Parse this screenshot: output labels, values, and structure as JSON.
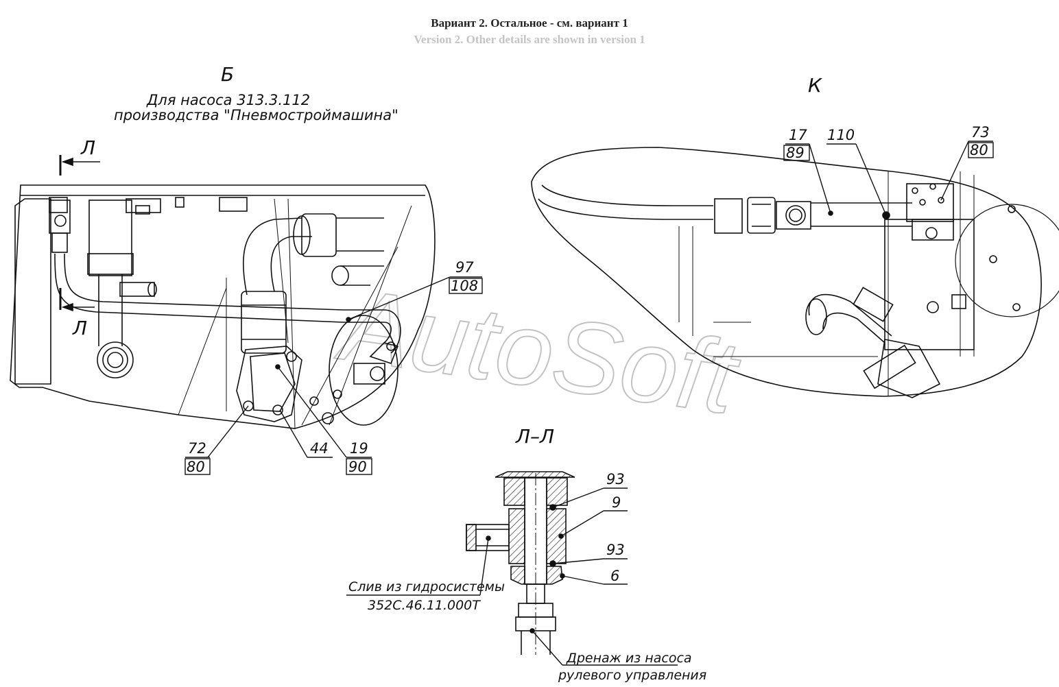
{
  "header": {
    "title_ru": "Вариант 2. Остальное - см. вариант 1",
    "title_en": "Version 2. Other details are shown in version 1"
  },
  "views": {
    "b": {
      "label": "Б",
      "note_line1": "Для насоса 313.3.112",
      "note_line2": "производства \"Пневмостроймашина\"",
      "section_mark": "Л"
    },
    "k": {
      "label": "К"
    },
    "ll": {
      "label": "Л–Л"
    }
  },
  "callouts": {
    "c17_89": [
      "17",
      "89"
    ],
    "c110": "110",
    "c73_80": [
      "73",
      "80"
    ],
    "c97_108": [
      "97",
      "108"
    ],
    "c72_80": [
      "72",
      "80"
    ],
    "c44": "44",
    "c19_90": [
      "19",
      "90"
    ],
    "c93a": "93",
    "c9": "9",
    "c93b": "93",
    "c6": "6"
  },
  "notes": {
    "drain_system_line1": "Слив из гидросистемы",
    "drain_system_line2": "352С.46.11.000Т",
    "drain_pump_line1": "Дренаж из насоса",
    "drain_pump_line2": "рулевого управления"
  },
  "watermark": "AutoSoft"
}
